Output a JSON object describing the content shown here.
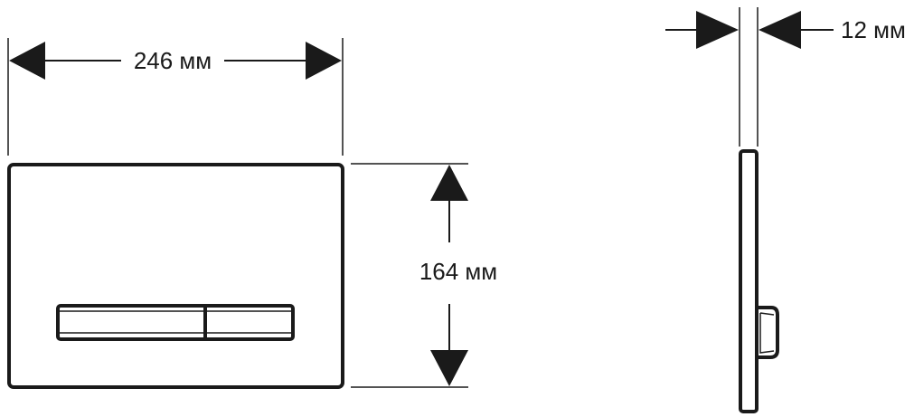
{
  "dimensions": {
    "width_label": "246 мм",
    "height_label": "164 мм",
    "depth_label": "12 мм"
  },
  "colors": {
    "line": "#1a1a1a",
    "background": "#ffffff"
  }
}
